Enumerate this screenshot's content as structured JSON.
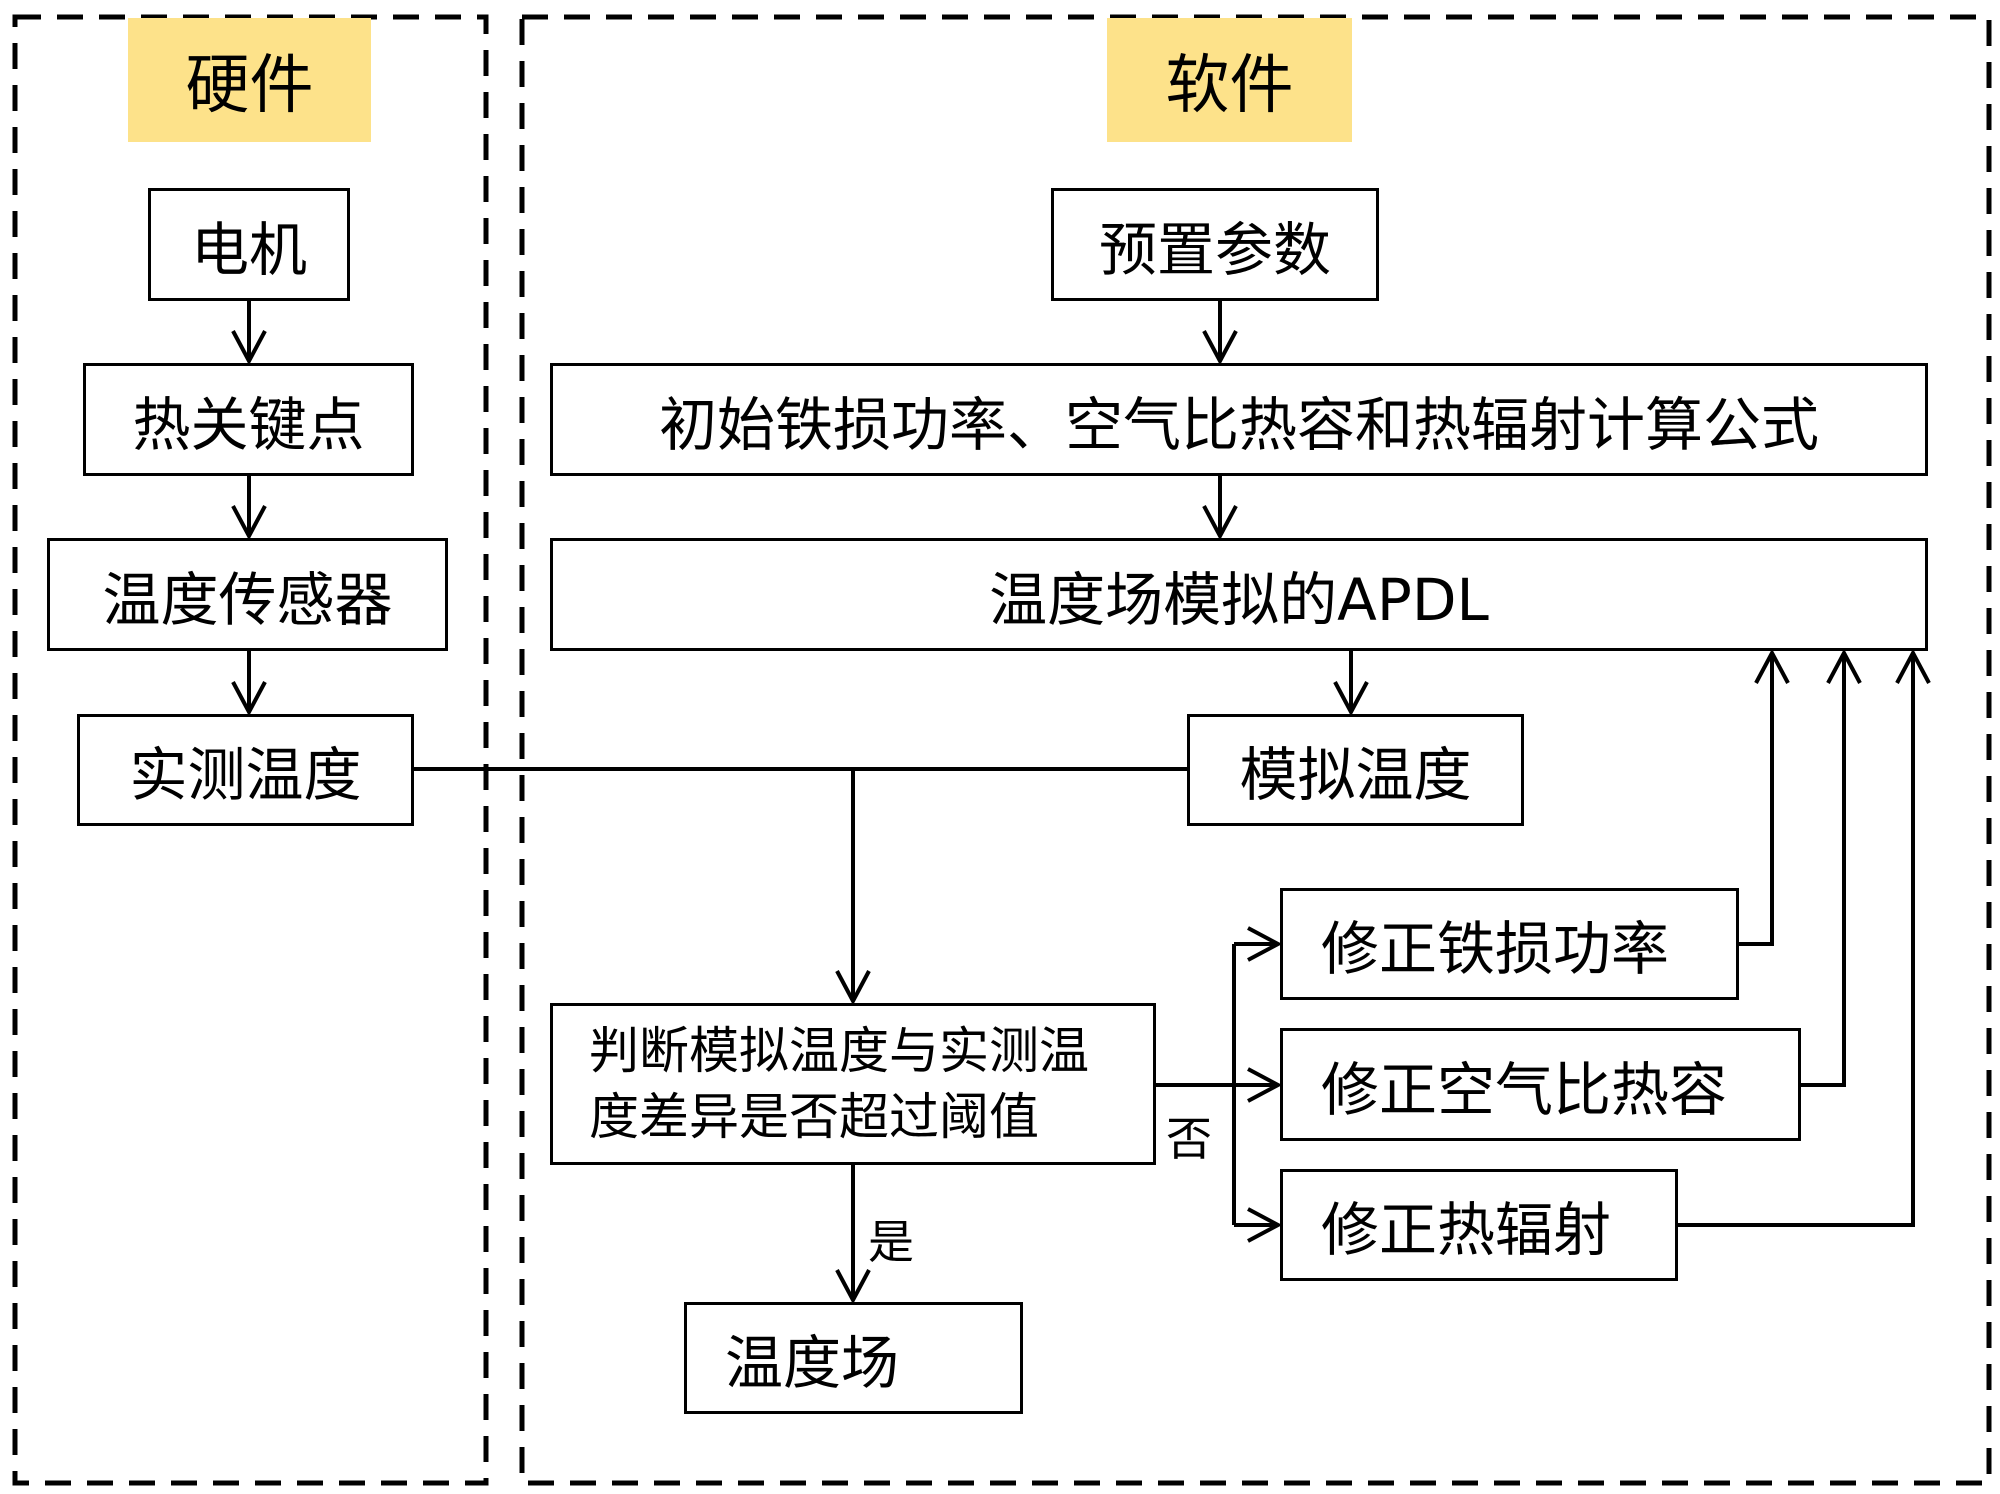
{
  "sections": {
    "hardware": {
      "label": "硬件"
    },
    "software": {
      "label": "软件"
    }
  },
  "colors": {
    "label_bg": "#fde28a",
    "stroke": "#000000"
  },
  "hardware_nodes": {
    "motor": "电机",
    "thermal_points": "热关键点",
    "temp_sensor": "温度传感器",
    "measured_temp": "实测温度"
  },
  "software_nodes": {
    "preset_params": "预置参数",
    "formulas": "初始铁损功率、空气比热容和热辐射计算公式",
    "apdl": "温度场模拟的APDL",
    "simulated_temp": "模拟温度",
    "judge": "判断模拟温度与实测温度差异是否超过阈值",
    "temp_field": "温度场",
    "fix_iron_loss": "修正铁损功率",
    "fix_air_heat": "修正空气比热容",
    "fix_radiation": "修正热辐射"
  },
  "edge_labels": {
    "no": "否",
    "yes": "是"
  }
}
